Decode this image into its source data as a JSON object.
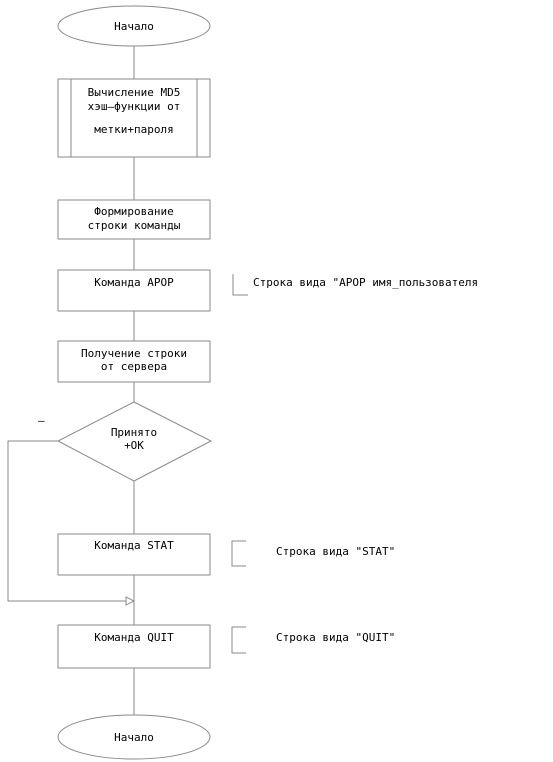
{
  "flowchart": {
    "start": "Начало",
    "md5_block": [
      "Вычисление MD5",
      "хэш–функции от",
      "метки+пароля"
    ],
    "form_command": [
      "Формирование",
      "строки команды"
    ],
    "apop_command": "Команда APOP",
    "apop_comment": "Строка вида \"APOP имя_пользователя",
    "receive_line": [
      "Получение строки",
      "от сервера"
    ],
    "decision": [
      "Принято",
      "+OK"
    ],
    "decision_no_label": "–",
    "stat_command": "Команда STAT",
    "stat_comment": "Строка вида \"STAT\"",
    "quit_command": "Команда QUIT",
    "quit_comment": "Строка вида \"QUIT\"",
    "end": "Начало"
  }
}
